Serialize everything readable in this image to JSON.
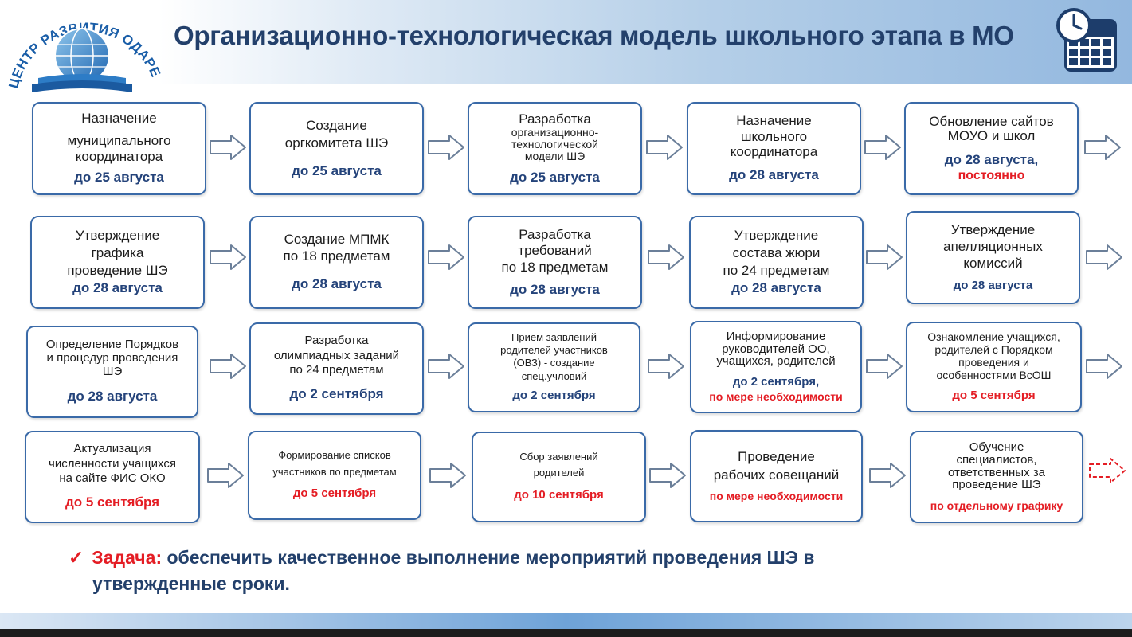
{
  "header": {
    "title": "Организационно-технологическая модель школьного этапа в МО",
    "logo_text": "ЦЕНТР РАЗВИТИЯ ОДАРЕННОСТИ"
  },
  "colors": {
    "title": "#23406b",
    "card_border": "#3a6aa8",
    "date": "#24437a",
    "highlight": "#e41d24"
  },
  "rows": [
    [
      {
        "lines": [
          "Назначение",
          "муниципального",
          "координатора"
        ],
        "date": "до 25 августа"
      },
      {
        "lines": [
          "Создание",
          "оргкомитета ШЭ"
        ],
        "date": "до 25 августа"
      },
      {
        "lines": [
          "Разработка"
        ],
        "small_lines": [
          "организационно-",
          "технологической",
          "модели ШЭ"
        ],
        "date": "до 25 августа"
      },
      {
        "lines": [
          "Назначение",
          "школьного",
          "координатора"
        ],
        "date": "до 28 августа"
      },
      {
        "lines": [
          "Обновление сайтов",
          "МОУО и школ"
        ],
        "date": "до 28 августа,",
        "red": "постоянно"
      }
    ],
    [
      {
        "lines": [
          "Утверждение",
          "графика",
          "проведение ШЭ"
        ],
        "date": "до 28 августа"
      },
      {
        "lines": [
          "Создание МПМК",
          "по 18 предметам"
        ],
        "date": "до 28 августа"
      },
      {
        "lines": [
          "Разработка",
          "требований",
          "по 18 предметам"
        ],
        "date": "до 28 августа"
      },
      {
        "lines": [
          "Утверждение",
          "состава жюри",
          "по 24 предметам"
        ],
        "date": "до 28 августа"
      },
      {
        "lines": [
          "Утверждение",
          "апелляционных",
          "комиссий"
        ],
        "date": "до 28 августа"
      }
    ],
    [
      {
        "lines": [
          "Определение Порядков",
          "и процедур проведения",
          "ШЭ"
        ],
        "date": "до 28 августа"
      },
      {
        "lines": [
          "Разработка",
          "олимпиадных заданий",
          "по 24 предметам"
        ],
        "date": "до 2 сентября"
      },
      {
        "lines": [
          "Прием заявлений",
          "родителей участников",
          "(ОВЗ)  - создание",
          "спец.учловий"
        ],
        "date": "до 2 сентября"
      },
      {
        "lines": [
          "Информирование",
          "руководителей ОО,",
          "учащихся, родителей"
        ],
        "date": "до 2 сентября,",
        "red": "по мере необходимости"
      },
      {
        "lines": [
          "Ознакомление учащихся,",
          "родителей с Порядком",
          "проведения и",
          "особенностями ВсОШ"
        ],
        "date_red": "до 5 сентября"
      }
    ],
    [
      {
        "lines": [
          "Актуализация",
          "численности учащихся",
          "на сайте ФИС ОКО"
        ],
        "date_red": "до 5 сентября"
      },
      {
        "lines": [
          "Формирование списков",
          "участников по предметам"
        ],
        "date_red": "до 5 сентября"
      },
      {
        "lines": [
          "Сбор заявлений",
          "родителей"
        ],
        "date_red": "до 10 сентября"
      },
      {
        "lines": [
          "Проведение",
          "рабочих совещаний"
        ],
        "date_red": "по мере необходимости"
      },
      {
        "lines": [
          "Обучение",
          "специалистов,",
          "ответственных за",
          "проведение ШЭ"
        ],
        "date_red": "по отдельному графику"
      }
    ]
  ],
  "task": {
    "label": "Задача:",
    "text_line1": "обеспечить качественное выполнение мероприятий проведения ШЭ в",
    "text_line2": "утвержденные сроки."
  }
}
